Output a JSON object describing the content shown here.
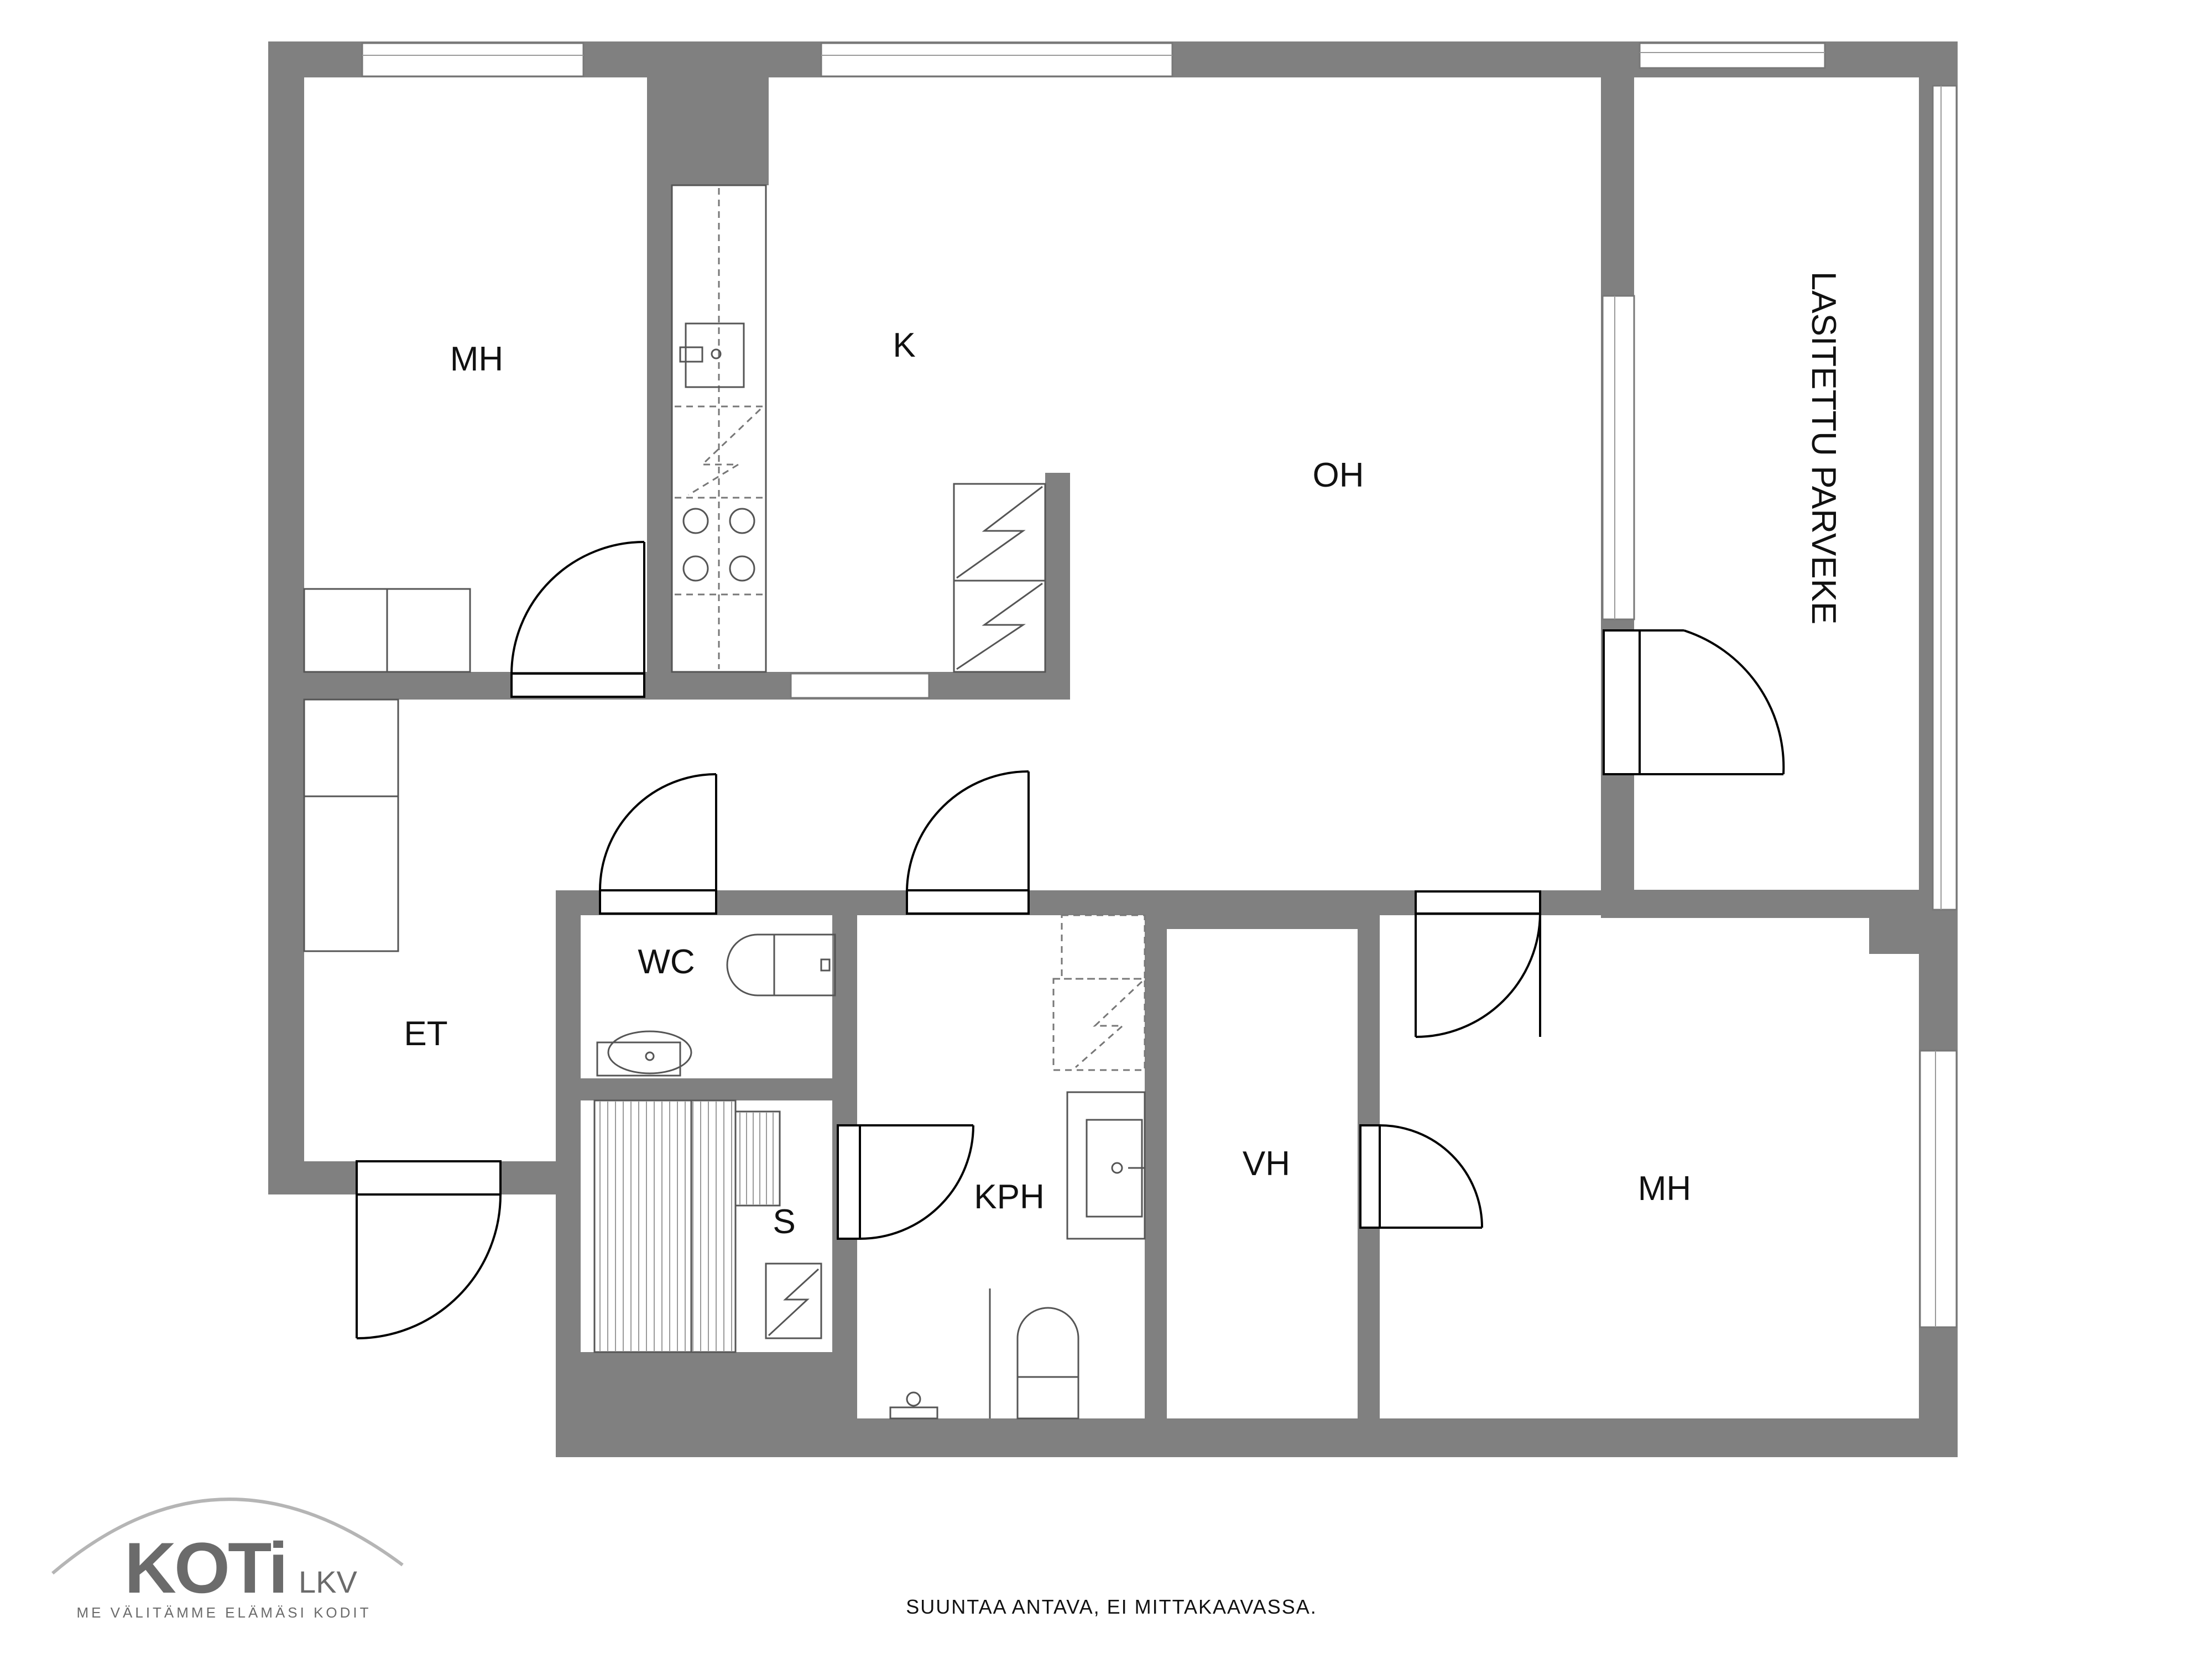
{
  "rooms": {
    "mh_top": "MH",
    "k": "K",
    "oh": "OH",
    "parveke": "LASITETTU PARVEKE",
    "wc": "WC",
    "et": "ET",
    "s": "S",
    "kph": "KPH",
    "vh": "VH",
    "mh_bottom": "MH"
  },
  "note": "SUUNTAA ANTAVA, EI MITTAKAAVASSA.",
  "logo": {
    "main": "KOTi",
    "suffix": "LKV",
    "slogan": "ME VÄLITÄMME ELÄMÄSI KODIT"
  },
  "colors": {
    "wall": "#808080",
    "background": "#ffffff"
  }
}
